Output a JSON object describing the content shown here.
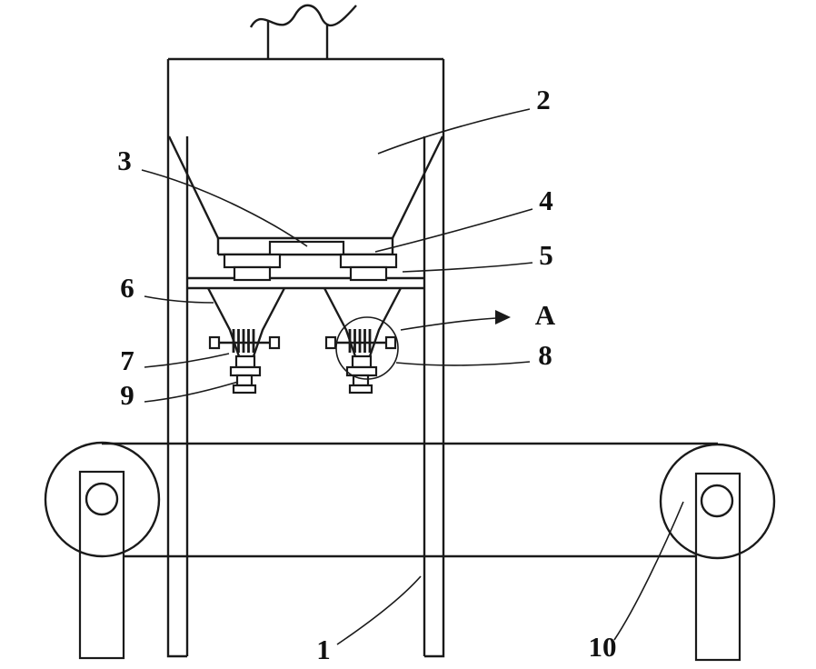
{
  "diagram": {
    "type": "patent-style technical drawing",
    "subject": "hopper filling machine over belt conveyor",
    "colors": {
      "line": "#1a1a1a",
      "background": "#ffffff"
    },
    "labels": {
      "l1": "1",
      "l2": "2",
      "l3": "3",
      "l4": "4",
      "l5": "5",
      "l6": "6",
      "l7": "7",
      "l8": "8",
      "l9": "9",
      "l10": "10",
      "lA": "A"
    }
  }
}
